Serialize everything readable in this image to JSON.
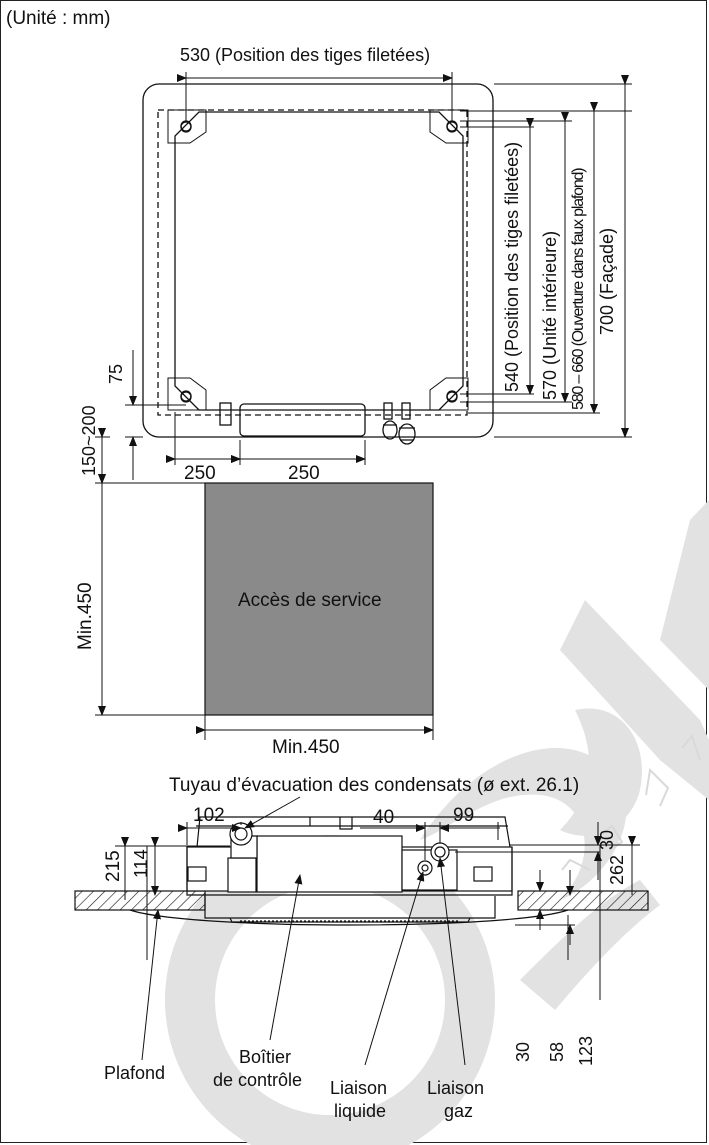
{
  "unit_label": "(Unité : mm)",
  "top_view": {
    "rod_width": "530 (Position des tiges filetées)",
    "rod_height": "540 (Position des tiges filetées)",
    "unit_height": "570 (Unité intérieure)",
    "ceiling_opening": "580 – 660 (Ouverture dans faux plafond)",
    "facade": "700 (Façade)",
    "dim_75": "75",
    "dim_150_200": "150~200",
    "dim_250_left": "250",
    "dim_250_right": "250"
  },
  "service": {
    "label": "Accès de service",
    "min_height": "Min.450",
    "min_width": "Min.450",
    "fill_color": "#8a8a8a"
  },
  "side_view": {
    "drain_pipe": "Tuyau d’évacuation des condensats (ø ext. 26.1)",
    "dim_102": "102",
    "dim_40": "40",
    "dim_99": "99",
    "dim_215": "215",
    "dim_114": "114",
    "dim_30_top": "30",
    "dim_262": "262",
    "dim_30_bottom": "30",
    "dim_58": "58",
    "dim_123": "123",
    "ceiling": "Plafond",
    "control_box_1": "Boîtier",
    "control_box_2": "de contrôle",
    "liquid_1": "Liaison",
    "liquid_2": "liquide",
    "gas_1": "Liaison",
    "gas_2": "gaz"
  },
  "watermark_color": "#e2e2e2"
}
